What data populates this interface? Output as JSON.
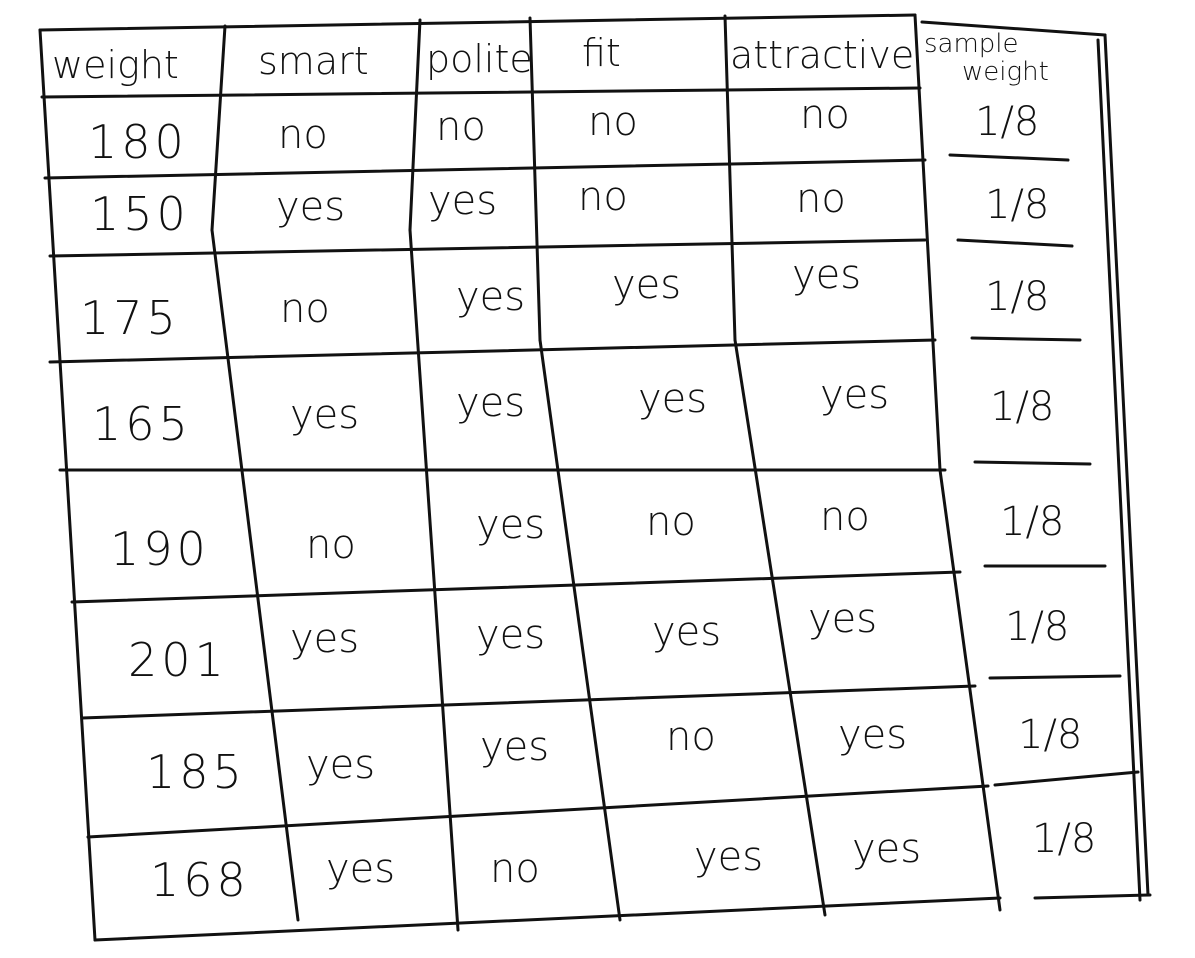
{
  "table": {
    "headers": {
      "weight": "weight",
      "smart": "smart",
      "polite": "polite",
      "fit": "fit",
      "attractive": "attractive",
      "sample_line1": "sample",
      "sample_line2": "weight"
    },
    "rows": [
      {
        "weight": "180",
        "smart": "no",
        "polite": "no",
        "fit": "no",
        "attractive": "no",
        "sample_weight": "1/8"
      },
      {
        "weight": "150",
        "smart": "yes",
        "polite": "yes",
        "fit": "no",
        "attractive": "no",
        "sample_weight": "1/8"
      },
      {
        "weight": "175",
        "smart": "no",
        "polite": "yes",
        "fit": "yes",
        "attractive": "yes",
        "sample_weight": "1/8"
      },
      {
        "weight": "165",
        "smart": "yes",
        "polite": "yes",
        "fit": "yes",
        "attractive": "yes",
        "sample_weight": "1/8"
      },
      {
        "weight": "190",
        "smart": "no",
        "polite": "yes",
        "fit": "no",
        "attractive": "no",
        "sample_weight": "1/8"
      },
      {
        "weight": "201",
        "smart": "yes",
        "polite": "yes",
        "fit": "yes",
        "attractive": "yes",
        "sample_weight": "1/8"
      },
      {
        "weight": "185",
        "smart": "yes",
        "polite": "yes",
        "fit": "no",
        "attractive": "yes",
        "sample_weight": "1/8"
      },
      {
        "weight": "168",
        "smart": "yes",
        "polite": "no",
        "fit": "yes",
        "attractive": "yes",
        "sample_weight": "1/8"
      }
    ]
  }
}
